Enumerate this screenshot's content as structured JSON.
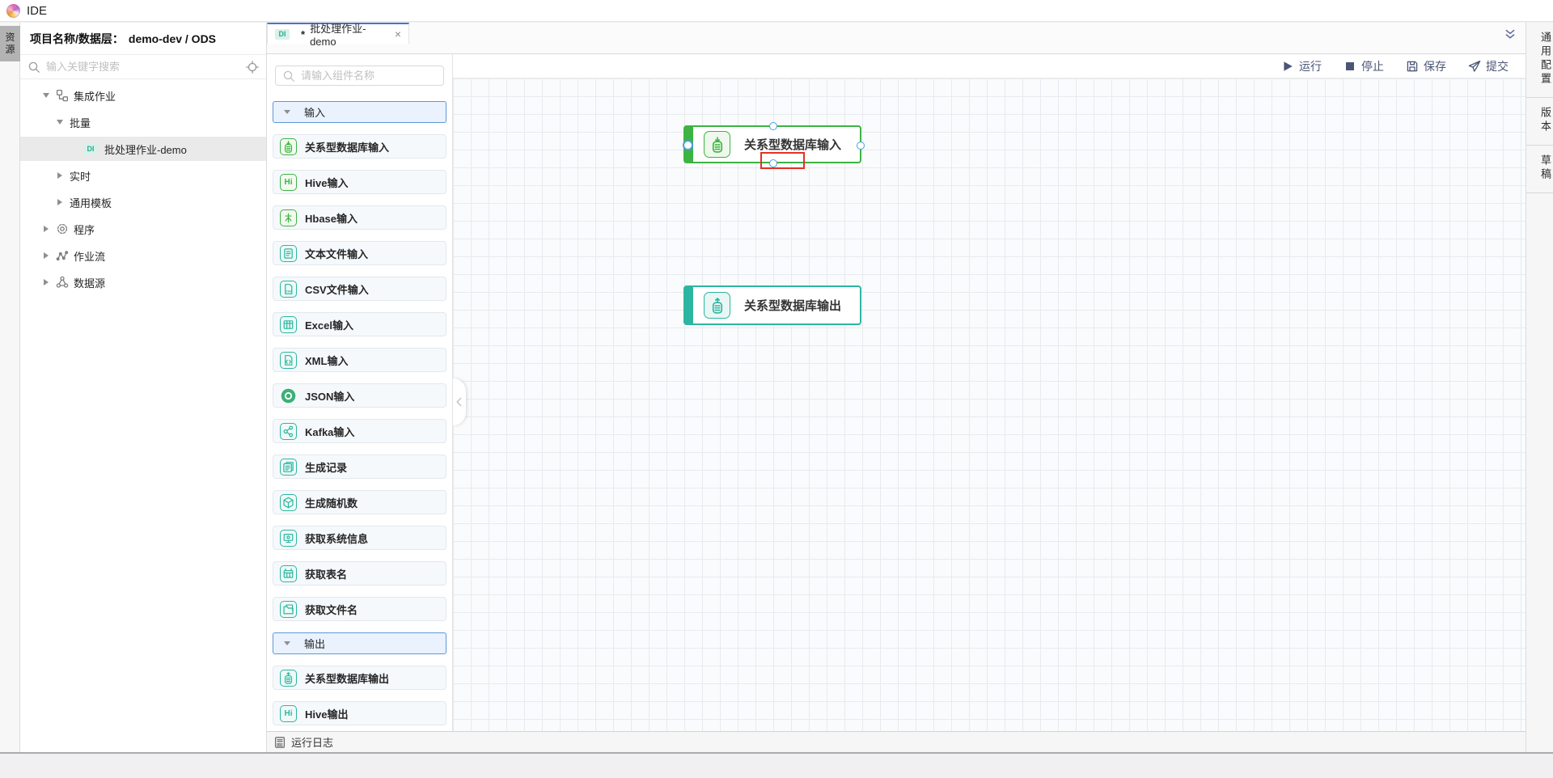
{
  "app": {
    "title": "IDE"
  },
  "left_rail": {
    "tab": "资源"
  },
  "explorer": {
    "header_label": "项目名称/数据层：",
    "header_value": "demo-dev / ODS",
    "search_placeholder": "输入关键字搜索",
    "tree": [
      {
        "label": "集成作业",
        "level": 0,
        "caret": "down",
        "icon": "integration-icon"
      },
      {
        "label": "批量",
        "level": 1,
        "caret": "down",
        "icon": ""
      },
      {
        "label": "批处理作业-demo",
        "level": 2,
        "caret": "none",
        "icon": "di-badge",
        "badge": "DI",
        "selected": true
      },
      {
        "label": "实时",
        "level": 1,
        "caret": "right",
        "icon": ""
      },
      {
        "label": "通用模板",
        "level": 1,
        "caret": "right",
        "icon": ""
      },
      {
        "label": "程序",
        "level": 0,
        "caret": "right",
        "icon": "gear-icon"
      },
      {
        "label": "作业流",
        "level": 0,
        "caret": "right",
        "icon": "workflow-icon"
      },
      {
        "label": "数据源",
        "level": 0,
        "caret": "right",
        "icon": "datasource-icon"
      }
    ]
  },
  "tabs": {
    "active": {
      "badge": "DI",
      "dirty": "*",
      "label": "批处理作业-demo",
      "close": "×"
    }
  },
  "palette": {
    "search_placeholder": "请输入组件名称",
    "sections": [
      {
        "label": "输入",
        "items": [
          {
            "label": "关系型数据库输入",
            "icon": "db-input-icon",
            "color": "green"
          },
          {
            "label": "Hive输入",
            "icon": "hive-icon",
            "color": "green",
            "badge": "Hi"
          },
          {
            "label": "Hbase输入",
            "icon": "hbase-icon",
            "color": "green"
          },
          {
            "label": "文本文件输入",
            "icon": "text-file-icon",
            "color": "teal"
          },
          {
            "label": "CSV文件输入",
            "icon": "csv-file-icon",
            "color": "teal"
          },
          {
            "label": "Excel输入",
            "icon": "excel-icon",
            "color": "teal"
          },
          {
            "label": "XML输入",
            "icon": "xml-icon",
            "color": "teal"
          },
          {
            "label": "JSON输入",
            "icon": "json-icon",
            "color": "green-fill"
          },
          {
            "label": "Kafka输入",
            "icon": "kafka-icon",
            "color": "teal"
          },
          {
            "label": "生成记录",
            "icon": "record-icon",
            "color": "teal"
          },
          {
            "label": "生成随机数",
            "icon": "random-icon",
            "color": "teal"
          },
          {
            "label": "获取系统信息",
            "icon": "sysinfo-icon",
            "color": "teal"
          },
          {
            "label": "获取表名",
            "icon": "table-name-icon",
            "color": "teal"
          },
          {
            "label": "获取文件名",
            "icon": "file-name-icon",
            "color": "teal"
          }
        ]
      },
      {
        "label": "输出",
        "items": [
          {
            "label": "关系型数据库输出",
            "icon": "db-output-icon",
            "color": "teal"
          },
          {
            "label": "Hive输出",
            "icon": "hive-icon",
            "color": "teal",
            "badge": "Hi"
          }
        ]
      }
    ]
  },
  "toolbar": {
    "run": "运行",
    "stop": "停止",
    "save": "保存",
    "submit": "提交"
  },
  "canvas": {
    "nodes": [
      {
        "label": "关系型数据库输入",
        "color": "green",
        "selected": true
      },
      {
        "label": "关系型数据库输出",
        "color": "teal",
        "selected": false
      }
    ]
  },
  "right_rail": {
    "tabs": [
      "通用配置",
      "版本",
      "草稿"
    ]
  },
  "log_bar": {
    "label": "运行日志"
  },
  "colors": {
    "green": "#3db344",
    "teal": "#2cb6a1",
    "blue": "#4a74c9",
    "red": "#e53022"
  }
}
